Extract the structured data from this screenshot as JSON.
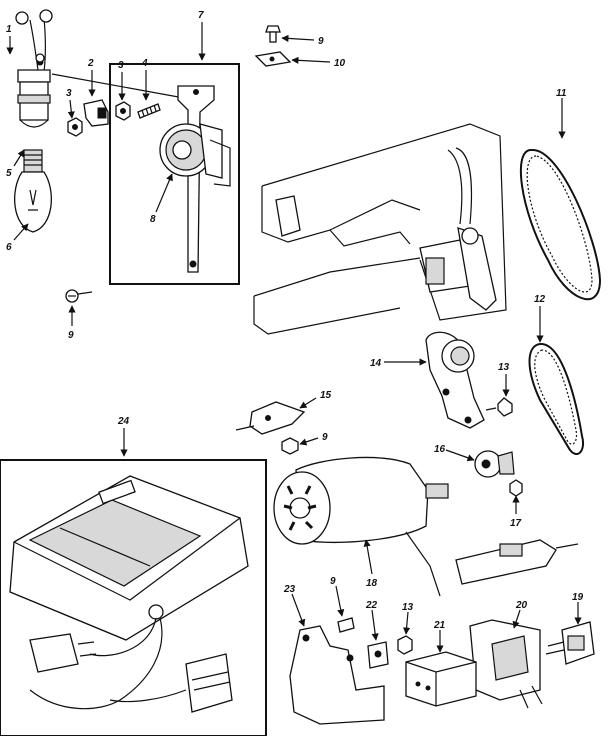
{
  "labels": {
    "p1": "1",
    "p2": "2",
    "p3a": "3",
    "p3b": "3",
    "p4": "4",
    "p5": "5",
    "p6": "6",
    "p7": "7",
    "p8": "8",
    "p9a": "9",
    "p9b": "9",
    "p9c": "9",
    "p9d": "9",
    "p10": "10",
    "p11": "11",
    "p12": "12",
    "p13a": "13",
    "p13b": "13",
    "p14": "14",
    "p15": "15",
    "p16": "16",
    "p17": "17",
    "p18": "18",
    "p19": "19",
    "p20": "20",
    "p21": "21",
    "p22": "22",
    "p23": "23",
    "p24": "24"
  }
}
